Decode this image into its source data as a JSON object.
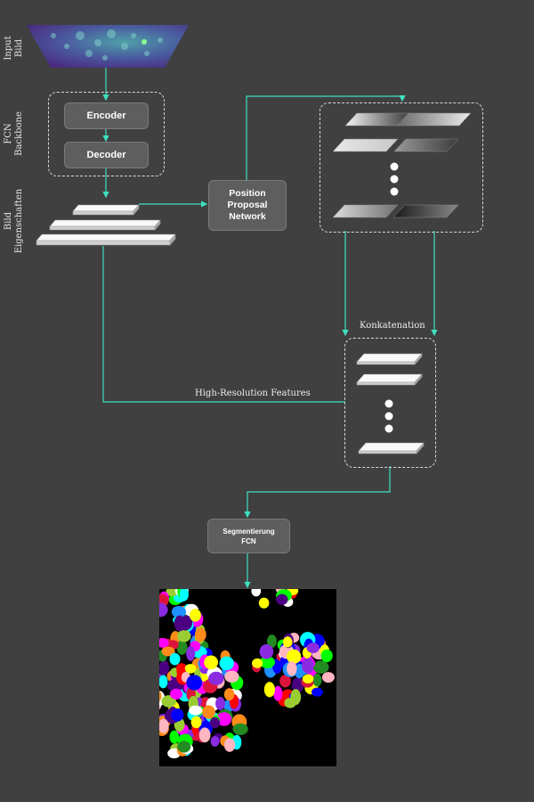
{
  "labels": {
    "input": "Input\nBild",
    "backbone": "FCN\nBackbone",
    "features": "Bild\nEigenschaften",
    "encoder": "Encoder",
    "decoder": "Decoder",
    "ppn": "Position\nProposal\nNetwork",
    "concat": "Konkatenation",
    "hires": "High-Resolution Features",
    "seg": "Segmentierung\nFCN"
  },
  "colors": {
    "background": "#404040",
    "connector": "#3ee0c0",
    "box_fill": "#5e5e5e",
    "input_image": "#5a3f9c",
    "segmentation_background": "#000000"
  },
  "icons": {
    "input_image": "fluorescence-microscopy-image",
    "segmentation_output": "colored-instance-segmentation-mask",
    "ellipsis": "vertical-dots"
  }
}
